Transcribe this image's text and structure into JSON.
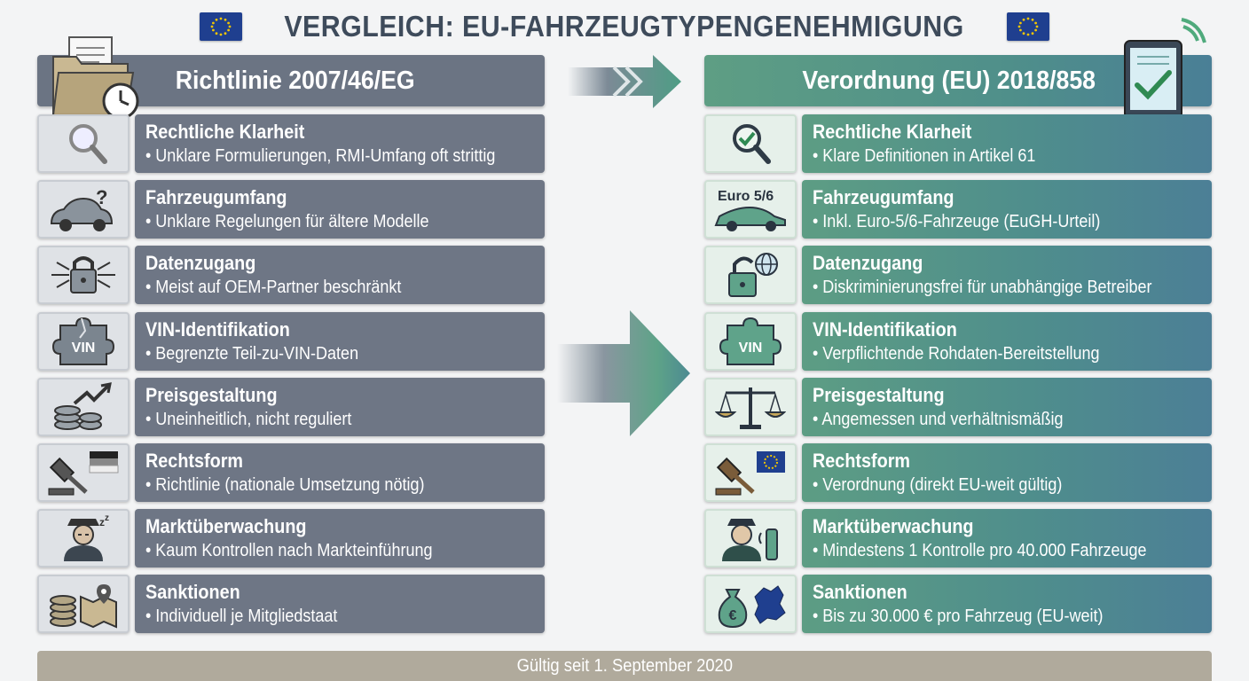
{
  "title": "VERGLEICH: EU-FAHRZEUGTYPENGENEHMIGUNG",
  "left_header": "Richtlinie 2007/46/EG",
  "right_header": "Verordnung (EU) 2018/858",
  "icons": {
    "title_left": "eu-flag-icon",
    "title_right": "eu-flag-icon",
    "left_header": "folder-clock-icon",
    "right_header": "tablet-check-icon"
  },
  "colors": {
    "left": "#6e7685",
    "right_start": "#5d9d84",
    "right_end": "#4c7f96",
    "footer": "#b0aa9c",
    "title": "#3e4b5b"
  },
  "rows": [
    {
      "title": "Rechtliche Klarheit",
      "left": "Unklare Formulierungen, RMI-Umfang oft strittig",
      "right": "Klare Definitionen in Artikel 61",
      "left_icon": "magnifier-icon",
      "right_icon": "magnifier-check-icon"
    },
    {
      "title": "Fahrzeugumfang",
      "left": "Unklare Regelungen für ältere Modelle",
      "right": "Inkl. Euro-5/6-Fahrzeuge (EuGH-Urteil)",
      "left_icon": "old-car-question-icon",
      "right_icon": "modern-car-icon",
      "right_icon_label": "Euro 5/6"
    },
    {
      "title": "Datenzugang",
      "left": "Meist auf OEM-Partner beschränkt",
      "right": "Diskriminierungsfrei für unabhängige Betreiber",
      "left_icon": "padlock-network-icon",
      "right_icon": "unlocked-globe-icon"
    },
    {
      "title": "VIN-Identifikation",
      "left": "Begrenzte Teil-zu-VIN-Daten",
      "right": "Verpflichtende Rohdaten-Bereitstellung",
      "left_icon": "broken-puzzle-vin-icon",
      "right_icon": "puzzle-vin-icon",
      "icon_label": "VIN"
    },
    {
      "title": "Preisgestaltung",
      "left": "Uneinheitlich, nicht reguliert",
      "right": "Angemessen und verhältnismäßig",
      "left_icon": "coins-trend-icon",
      "right_icon": "balance-scale-icon"
    },
    {
      "title": "Rechtsform",
      "left": "Richtlinie (nationale Umsetzung nötig)",
      "right": "Verordnung (direkt EU-weit gültig)",
      "left_icon": "gavel-national-flag-icon",
      "right_icon": "gavel-eu-flag-icon"
    },
    {
      "title": "Marktüberwachung",
      "left": "Kaum Kontrollen nach Markteinführung",
      "right": "Mindestens 1 Kontrolle pro 40.000 Fahrzeuge",
      "left_icon": "sleeping-officer-icon",
      "right_icon": "officer-scanner-icon"
    },
    {
      "title": "Sanktionen",
      "left": "Individuell je Mitgliedstaat",
      "right": "Bis zu 30.000 € pro Fahrzeug (EU-weit)",
      "left_icon": "coins-map-icon",
      "right_icon": "moneybag-eu-map-icon"
    }
  ],
  "footer": "Gültig seit 1. September 2020"
}
